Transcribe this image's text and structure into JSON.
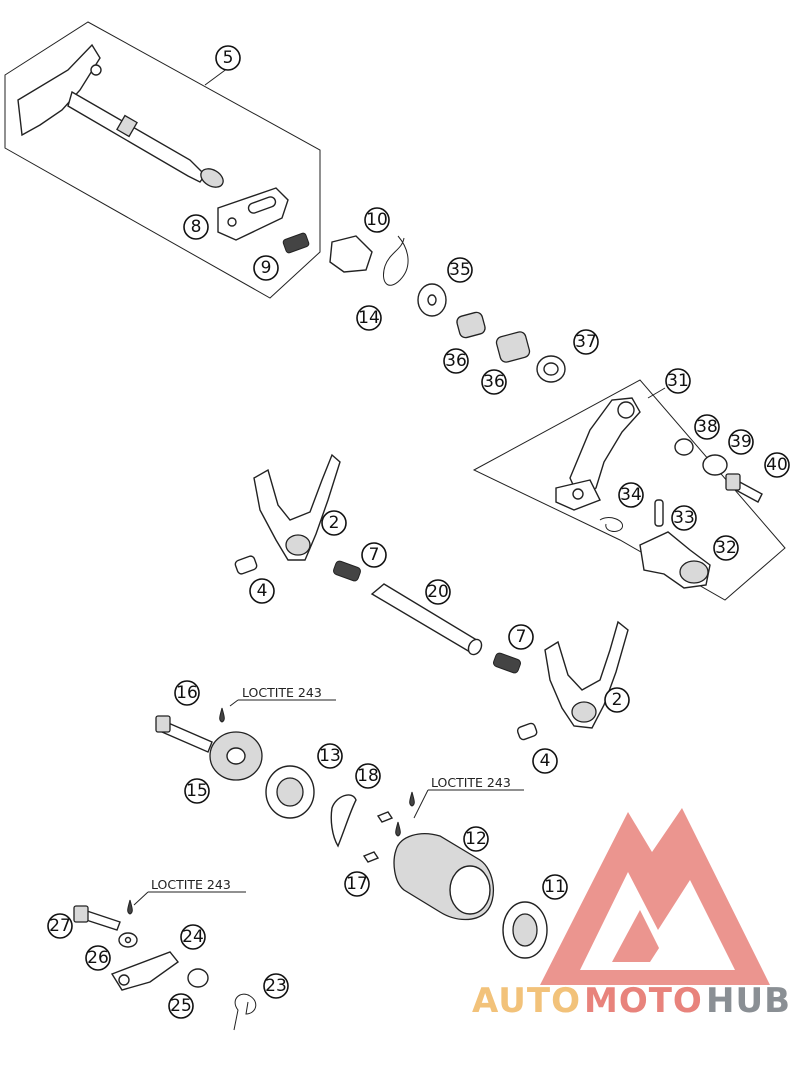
{
  "callouts": [
    "5",
    "8",
    "9",
    "10",
    "14",
    "35",
    "36",
    "36",
    "37",
    "31",
    "38",
    "39",
    "40",
    "34",
    "33",
    "32",
    "2",
    "7",
    "4",
    "20",
    "7",
    "2",
    "4",
    "16",
    "15",
    "13",
    "18",
    "12",
    "17",
    "11",
    "27",
    "26",
    "24",
    "25",
    "23"
  ],
  "notes": [
    "LOCTITE 243",
    "LOCTITE 243",
    "LOCTITE 243"
  ],
  "watermark": {
    "part1": "AUTO",
    "part2": "MOTO",
    "part3": "HUB",
    "color_light": "#f2c27a",
    "color_red": "#e8837c",
    "color_gray": "#8a8f94"
  }
}
